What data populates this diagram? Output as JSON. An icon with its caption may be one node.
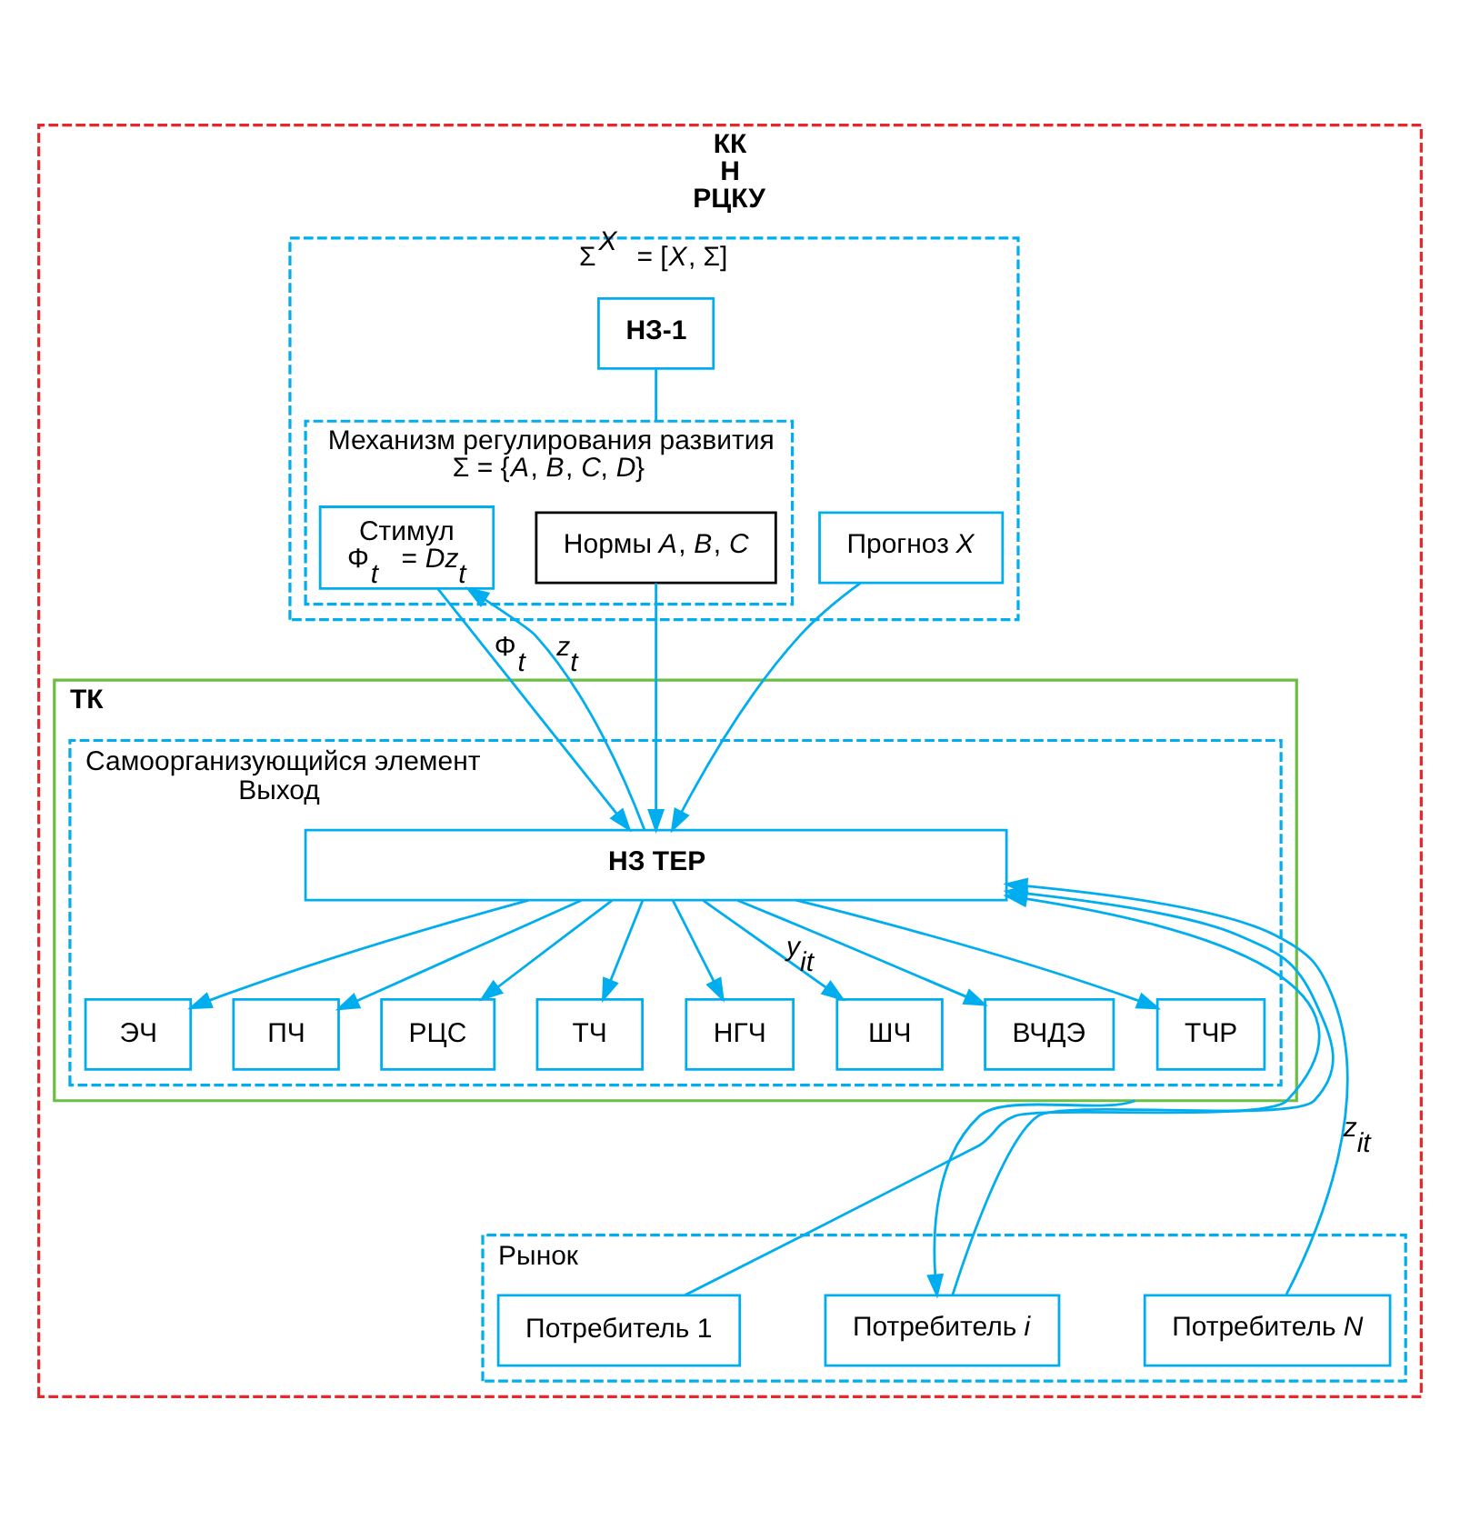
{
  "diagram": {
    "nodes": [
      {
        "text": [
          "КК",
          "Н",
          "РЦКУ"
        ]
      },
      {
        "text": [
          "Σ$^{X}$ = [*X*, Σ]"
        ],
        "in": 0
      },
      {
        "text": [
          "НЗ-1"
        ],
        "in": 1
      },
      {
        "text": [
          "Механизм регулирования развития",
          "Σ = {*A*, *B*, *C*, *D*}"
        ],
        "in": 1
      },
      {
        "text": [
          "Стимул",
          "Φ$_{t}$ = *Dz*$_{t}$"
        ],
        "in": 3
      },
      {
        "text": [
          "Нормы *A*, *B*, *C*"
        ],
        "in": 3
      },
      {
        "text": [
          "Прогноз *X*"
        ],
        "in": 1
      },
      {
        "text": [
          "ТК"
        ],
        "in": 0
      },
      {
        "text": [
          "Самоорганизующийся элемент",
          "Выход"
        ],
        "in": 7
      },
      {
        "text": [
          "НЗ ТЕР"
        ],
        "in": 8
      },
      {
        "text": [
          "ЭЧ"
        ],
        "in": 8
      },
      {
        "text": [
          "ПЧ"
        ],
        "in": 8
      },
      {
        "text": [
          "РЦС"
        ],
        "in": 8
      },
      {
        "text": [
          "ТЧ"
        ],
        "in": 8
      },
      {
        "text": [
          "НГЧ"
        ],
        "in": 8
      },
      {
        "text": [
          "ШЧ"
        ],
        "in": 8
      },
      {
        "text": [
          "ВЧДЭ"
        ],
        "in": 8
      },
      {
        "text": [
          "ТЧР"
        ],
        "in": 8
      },
      {
        "text": [
          "Рынок"
        ],
        "in": 0
      },
      {
        "text": [
          "Потребитель 1"
        ],
        "in": 18
      },
      {
        "text": [
          "Потребитель *i*"
        ],
        "in": 18
      },
      {
        "text": [
          "Потребитель *N*"
        ],
        "in": 18
      }
    ],
    "edges": [
      {
        "from": 2,
        "to": 3,
        "arrow": "none"
      },
      {
        "from": 4,
        "to": 9,
        "arrow": "to",
        "label": "Φ$_{t}$"
      },
      {
        "from": 9,
        "to": 4,
        "arrow": "to",
        "label": "*z*$_{t}$"
      },
      {
        "from": 5,
        "to": 9,
        "arrow": "to"
      },
      {
        "from": 6,
        "to": 9,
        "arrow": "to"
      },
      {
        "from": 9,
        "to": 10,
        "arrow": "to"
      },
      {
        "from": 9,
        "to": 11,
        "arrow": "to"
      },
      {
        "from": 9,
        "to": 12,
        "arrow": "to"
      },
      {
        "from": 9,
        "to": 13,
        "arrow": "to"
      },
      {
        "from": 9,
        "to": 14,
        "arrow": "to"
      },
      {
        "from": 9,
        "to": 15,
        "arrow": "to",
        "label": "*y*$_{it}$"
      },
      {
        "from": 9,
        "to": 16,
        "arrow": "to"
      },
      {
        "from": 9,
        "to": 17,
        "arrow": "to"
      },
      {
        "from": 7,
        "to": 20,
        "arrow": "to"
      },
      {
        "from": 19,
        "to": 9,
        "arrow": "to"
      },
      {
        "from": 20,
        "to": 9,
        "arrow": "to"
      },
      {
        "from": 21,
        "to": 9,
        "arrow": "to",
        "label": "*z*$_{it}$"
      }
    ]
  }
}
